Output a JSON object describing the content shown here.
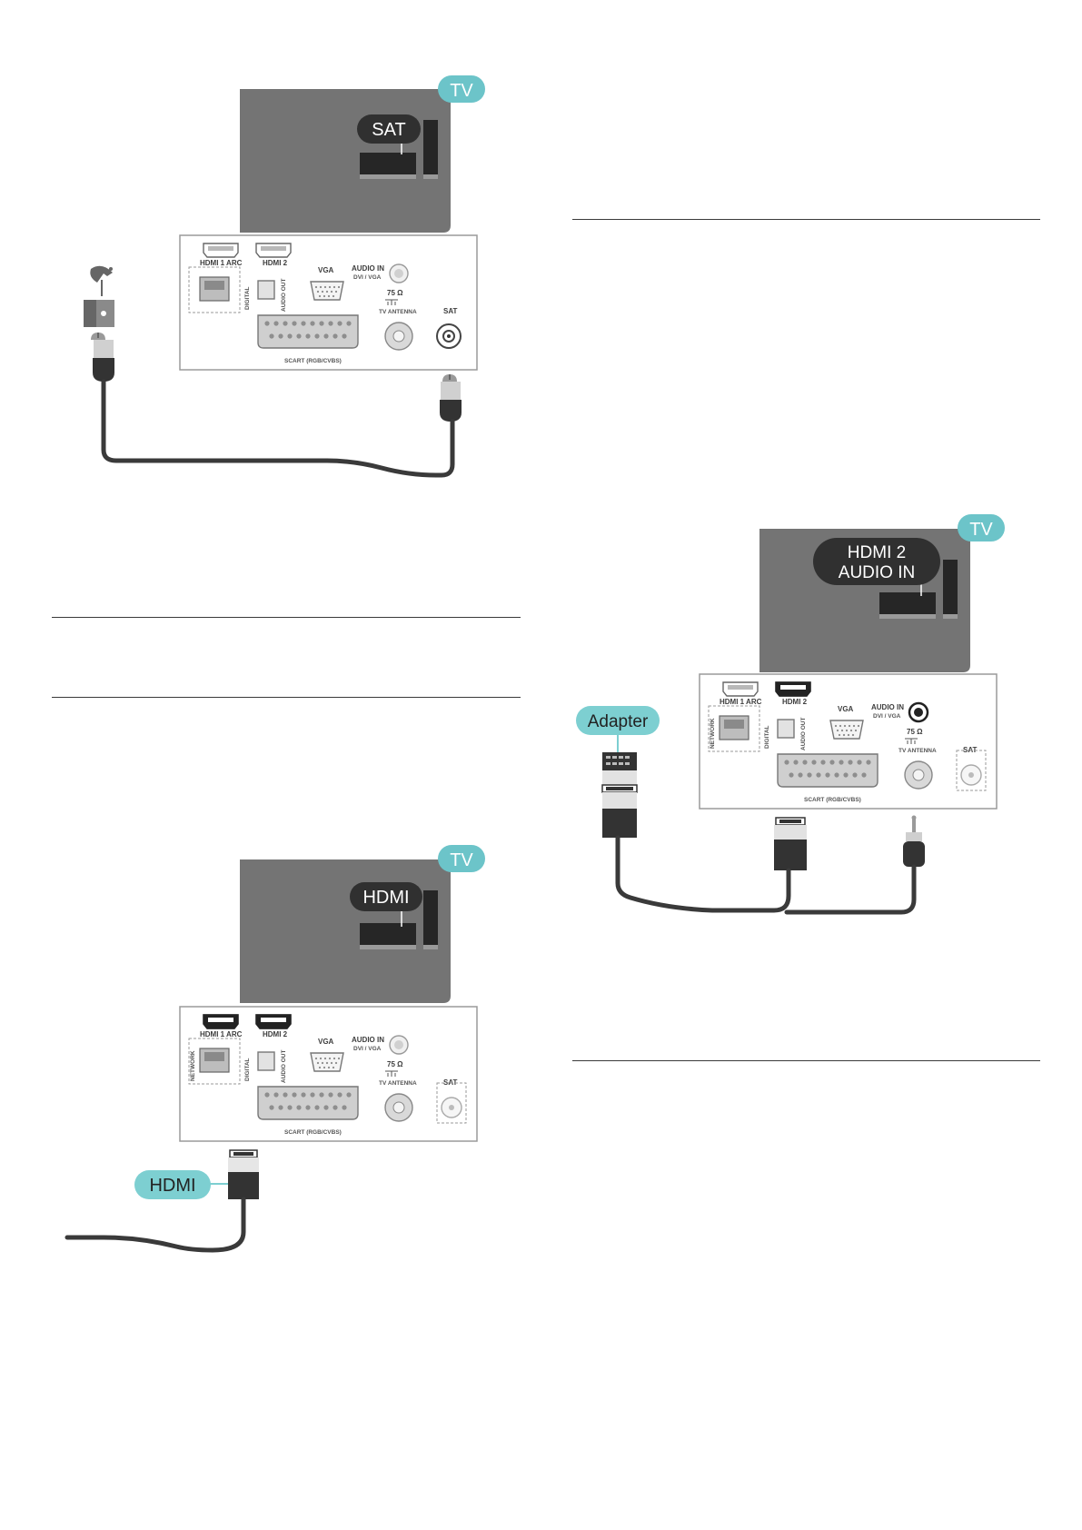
{
  "colors": {
    "tv_body": "#747474",
    "tv_badge": "#6cc4c9",
    "panel_border": "#9a9a9a",
    "cable": "#3a3a3a",
    "callout_dark": "#303030",
    "callout_teal": "#7dcfd1"
  },
  "panel": {
    "hdmi1": "HDMI 1 ARC",
    "hdmi2": "HDMI 2",
    "vga": "VGA",
    "audio_in": "AUDIO IN",
    "dvi_vga": "DVI / VGA",
    "ohm": "75 Ω",
    "tv_antenna": "TV ANTENNA",
    "sat": "SAT",
    "network": "NETWORK",
    "digital": "DIGITAL",
    "audio_out": "AUDIO OUT",
    "scart": "SCART (RGB/CVBS)"
  },
  "figures": {
    "sat": {
      "tv_badge": "TV",
      "callout": "SAT"
    },
    "hdmi": {
      "tv_badge": "TV",
      "callout": "HDMI",
      "cable_label": "HDMI"
    },
    "hdmi_audio": {
      "tv_badge": "TV",
      "callout_line1": "HDMI 2",
      "callout_line2": "AUDIO IN",
      "adapter_label": "Adapter"
    }
  }
}
